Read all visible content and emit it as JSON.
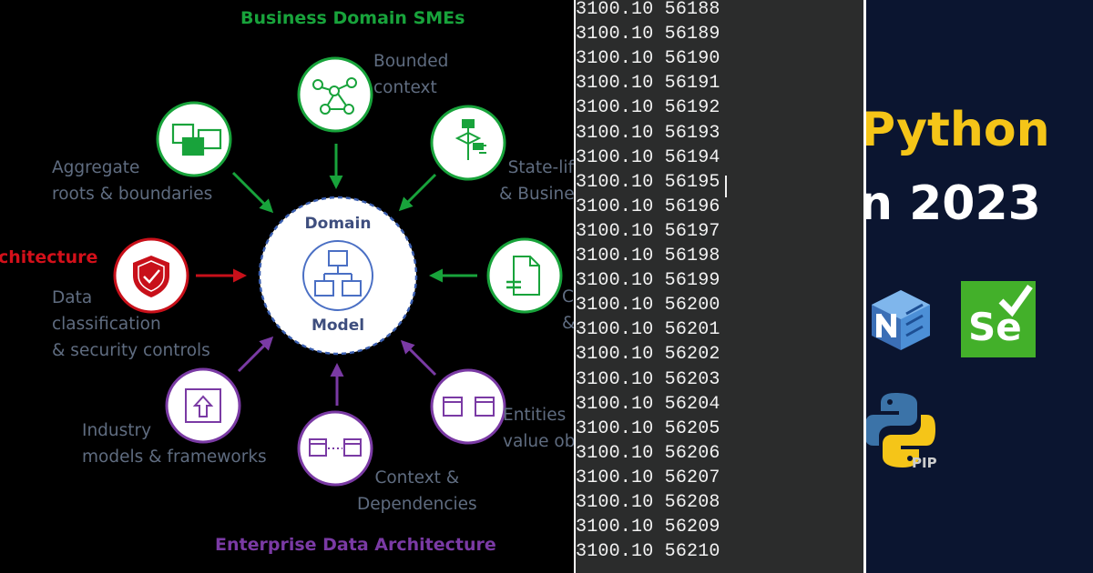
{
  "diagram": {
    "title_top": "Business Domain SMEs",
    "title_bottom": "Enterprise Data Architecture",
    "title_left": "chitecture",
    "center_line1": "Domain",
    "center_line2": "Model",
    "labels": {
      "bounded": "Bounded\ncontext",
      "aggregate": "Aggregate\nroots & boundaries",
      "state": "State-lif\n& Busine",
      "data_class": "Data\nclassification\n& security controls",
      "right_partial": "C\n&",
      "industry": "Industry\nmodels & frameworks",
      "context": "Context &\nDependencies",
      "entities": "Entities\nvalue obj"
    },
    "colors": {
      "green": "#18a33b",
      "purple": "#7a3aa4",
      "red": "#c8101a",
      "blue": "#4a6fc4"
    }
  },
  "log": {
    "lines": [
      "3100.10 56188",
      "3100.10 56189",
      "3100.10 56190",
      "3100.10 56191",
      "3100.10 56192",
      "3100.10 56193",
      "3100.10 56194",
      "3100.10 56195",
      "3100.10 56196",
      "3100.10 56197",
      "3100.10 56198",
      "3100.10 56199",
      "3100.10 56200",
      "3100.10 56201",
      "3100.10 56202",
      "3100.10 56203",
      "3100.10 56204",
      "3100.10 56205",
      "3100.10 56206",
      "3100.10 56207",
      "3100.10 56208",
      "3100.10 56209",
      "3100.10 56210"
    ]
  },
  "promo": {
    "line1": "Python",
    "line2": "n 2023",
    "icons": [
      "numpy-icon",
      "selenium-icon",
      "python-pip-icon"
    ],
    "se_text": "Se",
    "pip_text": "PIP",
    "colors": {
      "yellow": "#f5c518",
      "white": "#ffffff",
      "selenium": "#43b02a"
    }
  }
}
